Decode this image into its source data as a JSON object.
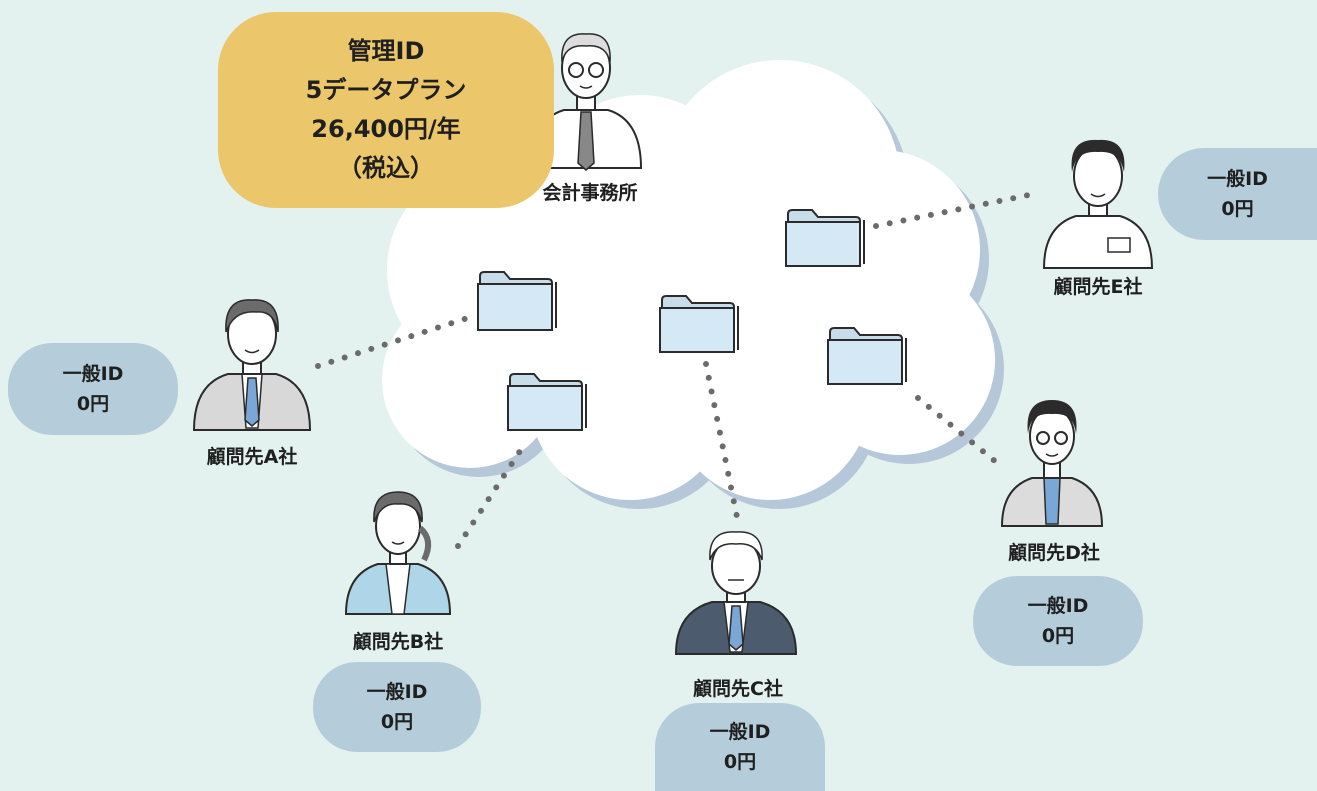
{
  "office": {
    "name": "会計事務所",
    "plan": {
      "line1": "管理ID",
      "line2": "5データプラン",
      "line3": "26,400円/年",
      "line4": "（税込）"
    }
  },
  "clients": [
    {
      "name": "顧問先A社",
      "id_type": "一般ID",
      "price": "0円"
    },
    {
      "name": "顧問先B社",
      "id_type": "一般ID",
      "price": "0円"
    },
    {
      "name": "顧問先C社",
      "id_type": "一般ID",
      "price": "0円"
    },
    {
      "name": "顧問先D社",
      "id_type": "一般ID",
      "price": "0円"
    },
    {
      "name": "顧問先E社",
      "id_type": "一般ID",
      "price": "0円"
    }
  ],
  "colors": {
    "background": "#e4f2ef",
    "plan_bubble": "#ecc66a",
    "id_bubble": "#b5cdda",
    "folder": "#d5e8f5",
    "cloud_outline": "#b7c7da",
    "dots": "#6b6b6b"
  }
}
